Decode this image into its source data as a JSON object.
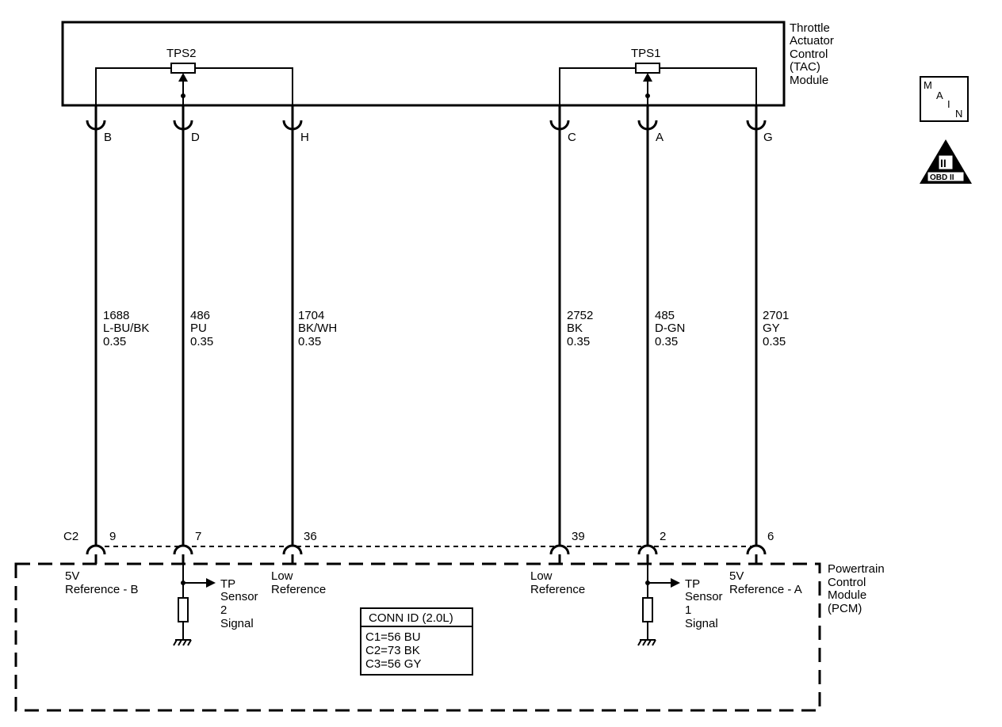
{
  "tac_module": {
    "line1": "Throttle",
    "line2": "Actuator",
    "line3": "Control",
    "line4": "(TAC)",
    "line5": "Module"
  },
  "pcm_module": {
    "line1": "Powertrain",
    "line2": "Control",
    "line3": "Module",
    "line4": "(PCM)"
  },
  "sensors": {
    "tps2": "TPS2",
    "tps1": "TPS1"
  },
  "tac_pins": {
    "b": "B",
    "d": "D",
    "h": "H",
    "c": "C",
    "a": "A",
    "g": "G"
  },
  "wires": {
    "w1": {
      "circuit": "1688",
      "color": "L-BU/BK",
      "size": "0.35"
    },
    "w2": {
      "circuit": "486",
      "color": "PU",
      "size": "0.35"
    },
    "w3": {
      "circuit": "1704",
      "color": "BK/WH",
      "size": "0.35"
    },
    "w4": {
      "circuit": "2752",
      "color": "BK",
      "size": "0.35"
    },
    "w5": {
      "circuit": "485",
      "color": "D-GN",
      "size": "0.35"
    },
    "w6": {
      "circuit": "2701",
      "color": "GY",
      "size": "0.35"
    }
  },
  "pcm_connector": "C2",
  "pcm_pins": {
    "p9": "9",
    "p7": "7",
    "p36": "36",
    "p39": "39",
    "p2": "2",
    "p6": "6"
  },
  "pcm_labels": {
    "ref_b_1": "5V",
    "ref_b_2": "Reference - B",
    "tp2_1": "TP",
    "tp2_2": "Sensor",
    "tp2_3": "2",
    "tp2_4": "Signal",
    "low_ref_1a": "Low",
    "low_ref_1b": "Reference",
    "low_ref_2a": "Low",
    "low_ref_2b": "Reference",
    "tp1_1": "TP",
    "tp1_2": "Sensor",
    "tp1_3": "1",
    "tp1_4": "Signal",
    "ref_a_1": "5V",
    "ref_a_2": "Reference - A"
  },
  "conn_id": {
    "title": "CONN ID (2.0L)",
    "c1": "C1=56 BU",
    "c2": "C2=73 BK",
    "c3": "C3=56 GY"
  },
  "icons": {
    "main_m": "M",
    "main_a": "A",
    "main_i": "I",
    "main_n": "N",
    "obd_numeral": "II",
    "obd_text": "OBD II"
  }
}
